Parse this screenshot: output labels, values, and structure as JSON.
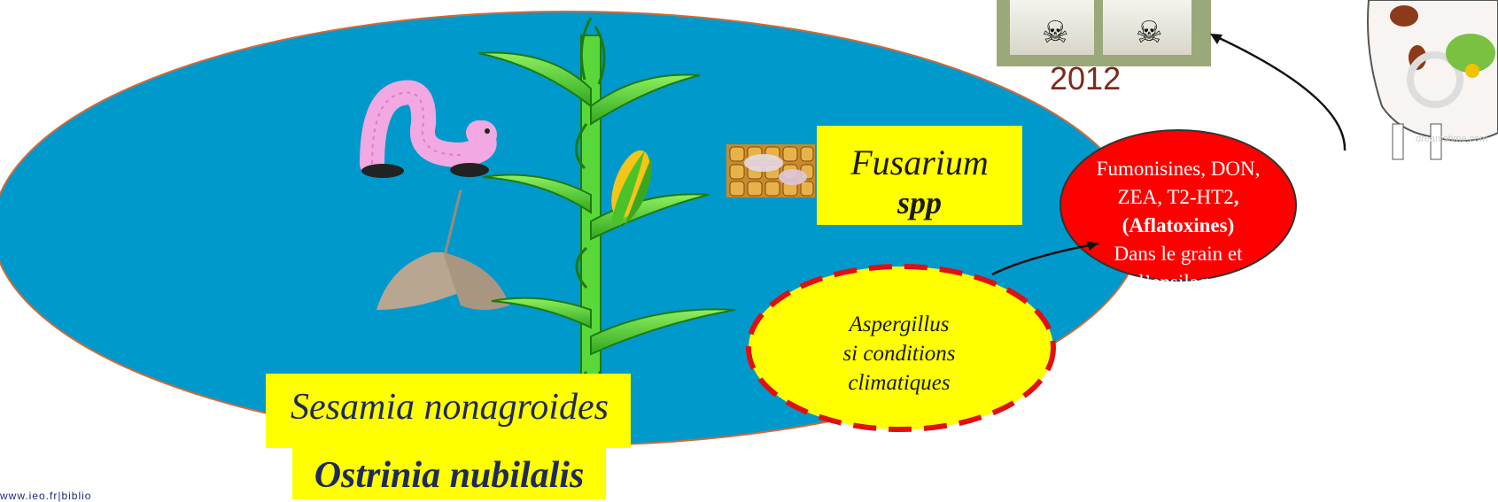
{
  "labels": {
    "fusarium_line1": "Fusarium",
    "fusarium_line2": "spp",
    "sesamia": "Sesamia nonagroides",
    "ostrinia": "Ostrinia nubilalis",
    "aspergillus_line1": "Aspergillus",
    "aspergillus_line2": "si conditions",
    "aspergillus_line3": "climatiques",
    "mycotoxins_line1": "Fumonisines, DON,",
    "mycotoxins_line2a": "ZEA, T2-HT2",
    "mycotoxins_line2b": ", (Aflatoxines)",
    "mycotoxins_line3": "Dans le grain et",
    "mycotoxins_line4": "l’ensilage",
    "year": "2012",
    "watermark": "www.ieo.fr|biblio"
  },
  "colors": {
    "main_ellipse": "#0099cc",
    "label_yellow": "#ffff00",
    "mycotoxin_red": "#ff0000",
    "aspergillus_dash": "#e01010",
    "plant_green": "#44cc22"
  },
  "icons": [
    "caterpillar-icon",
    "moth-icon",
    "corn-plant-icon",
    "corn-ear-icon",
    "moldy-kernels-image",
    "milk-skull-image",
    "cow-image",
    "skull-crossbones-icon"
  ]
}
